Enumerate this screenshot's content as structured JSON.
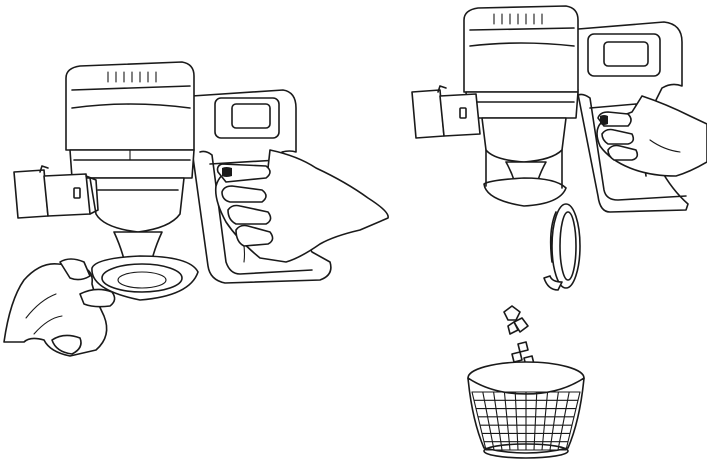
{
  "figure": {
    "panels": [
      {
        "id": "panel-left",
        "depicts": [
          "vacuum-body",
          "dust-bin-lid",
          "hand-holding-handle",
          "hand-opening-lid"
        ]
      },
      {
        "id": "panel-right",
        "depicts": [
          "vacuum-body",
          "dust-bin-lid-open",
          "hand-holding-handle",
          "dust-particles",
          "waste-basket"
        ]
      }
    ],
    "colors": {
      "line": "#1a1a1a",
      "background": "#ffffff"
    }
  }
}
